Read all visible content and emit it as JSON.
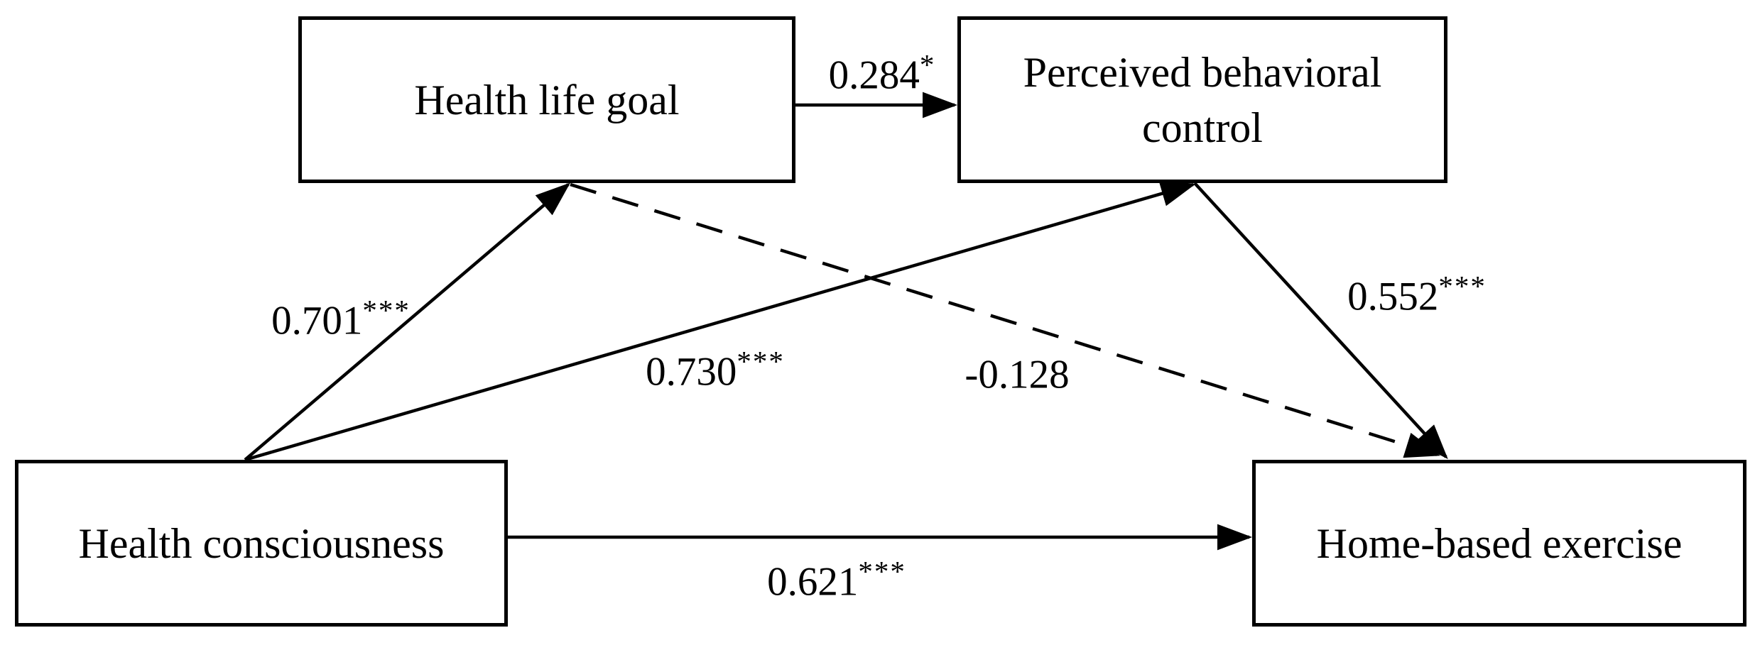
{
  "figure": {
    "type": "path-diagram",
    "background_color": "#ffffff",
    "ink_color": "#000000"
  },
  "nodes": [
    {
      "id": "health-life-goal",
      "label": "Health life goal"
    },
    {
      "id": "perceived-behavioral-control",
      "label": "Perceived behavioral control"
    },
    {
      "id": "health-consciousness",
      "label": "Health consciousness"
    },
    {
      "id": "home-based-exercise",
      "label": "Home-based exercise"
    }
  ],
  "edges": [
    {
      "from": "health-life-goal",
      "to": "perceived-behavioral-control",
      "coefficient": "0.284",
      "significance": "*",
      "style": "solid"
    },
    {
      "from": "health-consciousness",
      "to": "health-life-goal",
      "coefficient": "0.701",
      "significance": "***",
      "style": "solid"
    },
    {
      "from": "health-consciousness",
      "to": "perceived-behavioral-control",
      "coefficient": "0.730",
      "significance": "***",
      "style": "solid"
    },
    {
      "from": "perceived-behavioral-control",
      "to": "home-based-exercise",
      "coefficient": "0.552",
      "significance": "***",
      "style": "solid"
    },
    {
      "from": "health-consciousness",
      "to": "home-based-exercise",
      "coefficient": "0.621",
      "significance": "***",
      "style": "solid"
    },
    {
      "from": "health-life-goal",
      "to": "home-based-exercise",
      "coefficient": "-0.128",
      "significance": "",
      "style": "dashed"
    }
  ]
}
